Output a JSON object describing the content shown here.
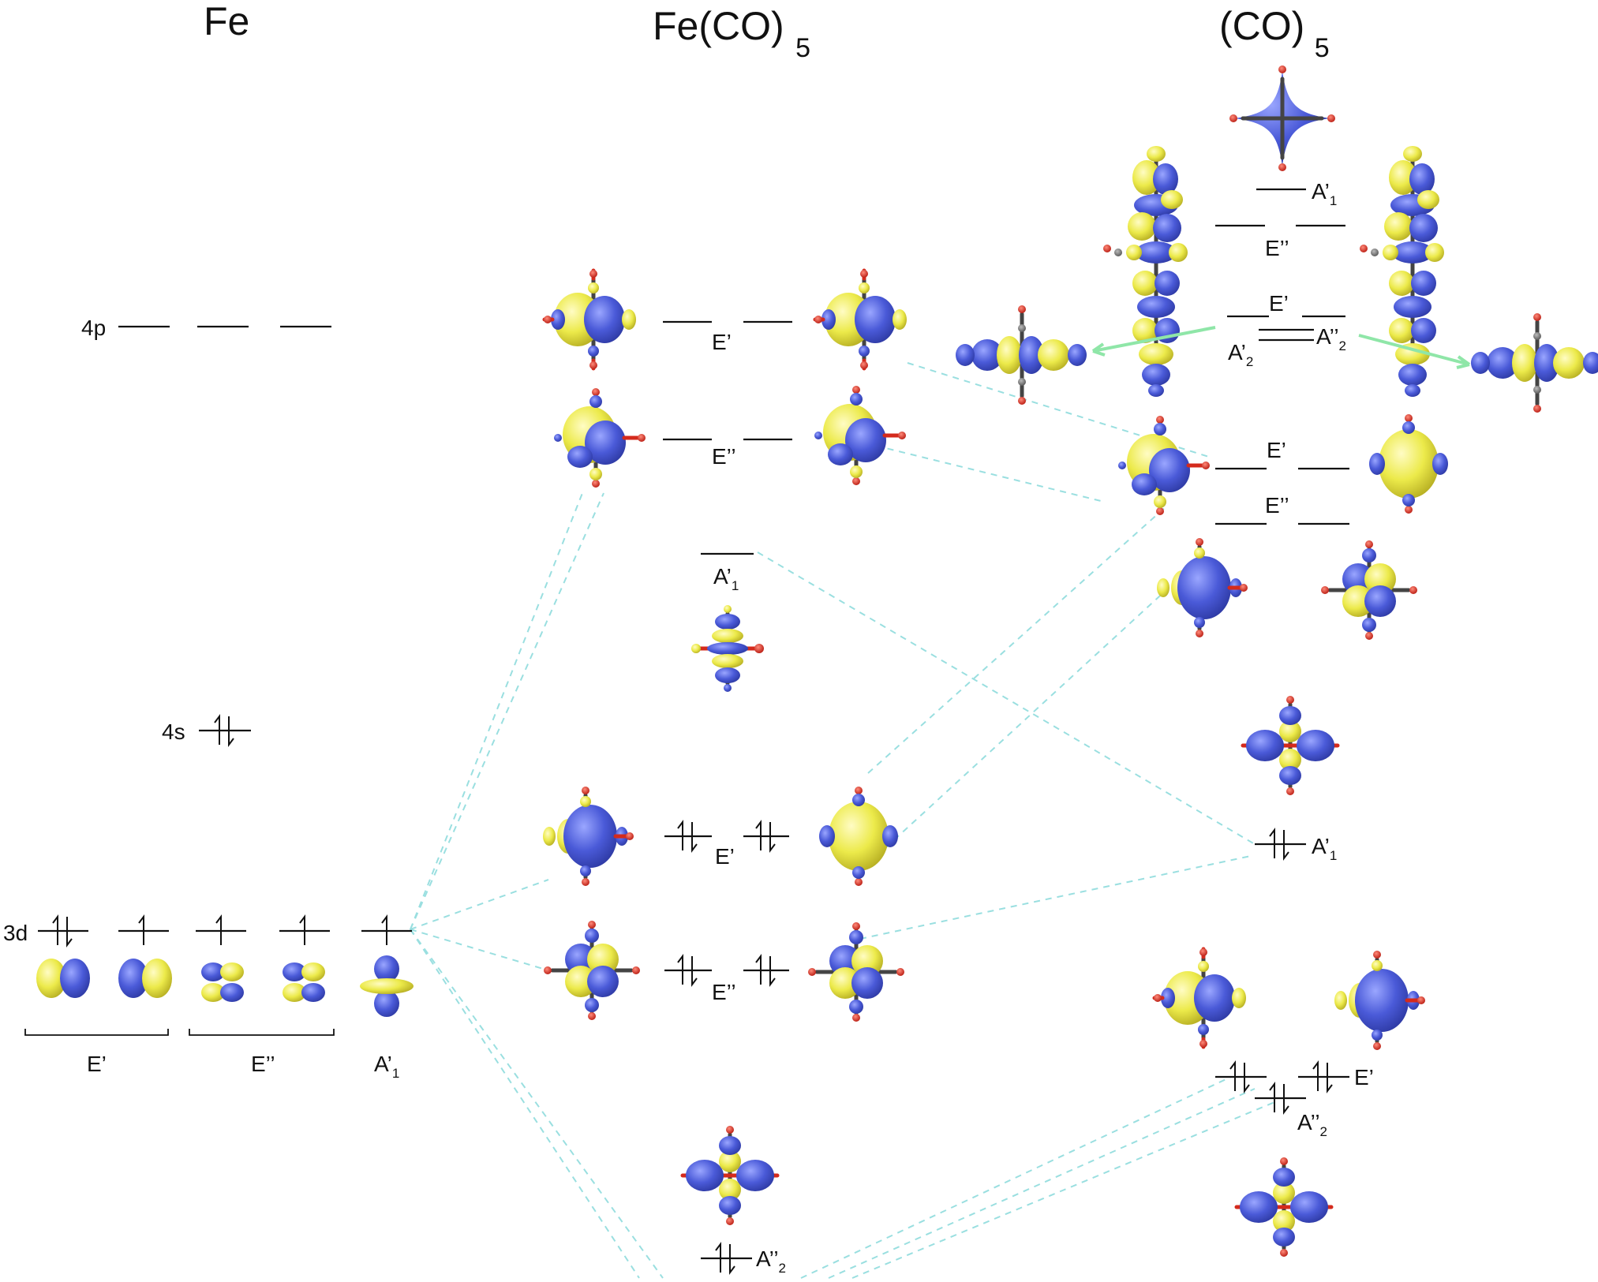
{
  "headers": {
    "fe": "Fe",
    "feco5_main": "Fe(CO)",
    "feco5_sub": "5",
    "co5_main": "(CO)",
    "co5_sub": "5"
  },
  "fe_levels": {
    "p4": "4p",
    "s4": "4s",
    "d3": "3d",
    "group_e1": "E’",
    "group_e2": "E’’",
    "group_a1_main": "A’",
    "group_a1_sub": "1"
  },
  "feco5_levels": {
    "e1_top": "E’",
    "e2_top": "E’’",
    "a1_main": "A’",
    "a1_sub": "1",
    "e1_occ": "E’",
    "e2_occ": "E’’",
    "a2_main": "A’’",
    "a2_sub": "2"
  },
  "co5_levels": {
    "a1_top_main": "A’",
    "a1_top_sub": "1",
    "e2_top": "E’’",
    "e1_mid": "E’",
    "a2pp_main": "A’’",
    "a2pp_sub": "2",
    "a2p_main": "A’",
    "a2p_sub": "2",
    "e1_low": "E’",
    "e2_low": "E’’",
    "a1_occ_main": "A’",
    "a1_occ_sub": "1",
    "e1_occ": "E’",
    "a2_occ_main": "A’’",
    "a2_occ_sub": "2"
  },
  "colors": {
    "lobe_blue": "#4a5ad8",
    "lobe_yellow": "#ecea4a",
    "oxygen": "#d42a1c",
    "carbon": "#6e6e6e",
    "correlation": "#9adfe0",
    "arrow": "#8fe6a8"
  }
}
